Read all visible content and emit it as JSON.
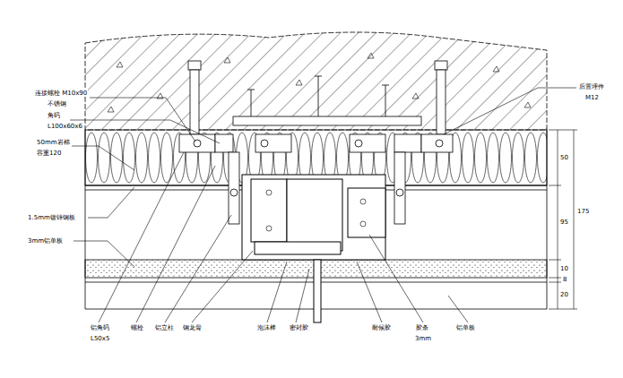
{
  "diagram": {
    "labels": [
      "连接螺栓 M10x90",
      "不锈钢",
      "角码",
      "L100x60x6",
      "50mm岩棉",
      "容重120",
      "1.5mm镀锌钢板",
      "3mm铝单板",
      "后置埋件",
      "M12",
      "铝角码",
      "L50x5",
      "螺栓",
      "铝立柱",
      "钢龙骨",
      "泡沫棒",
      "密封胶",
      "耐候胶",
      "胶条",
      "3mm",
      "铝单板",
      "50",
      "95",
      "10",
      "8",
      "20",
      "175"
    ]
  }
}
